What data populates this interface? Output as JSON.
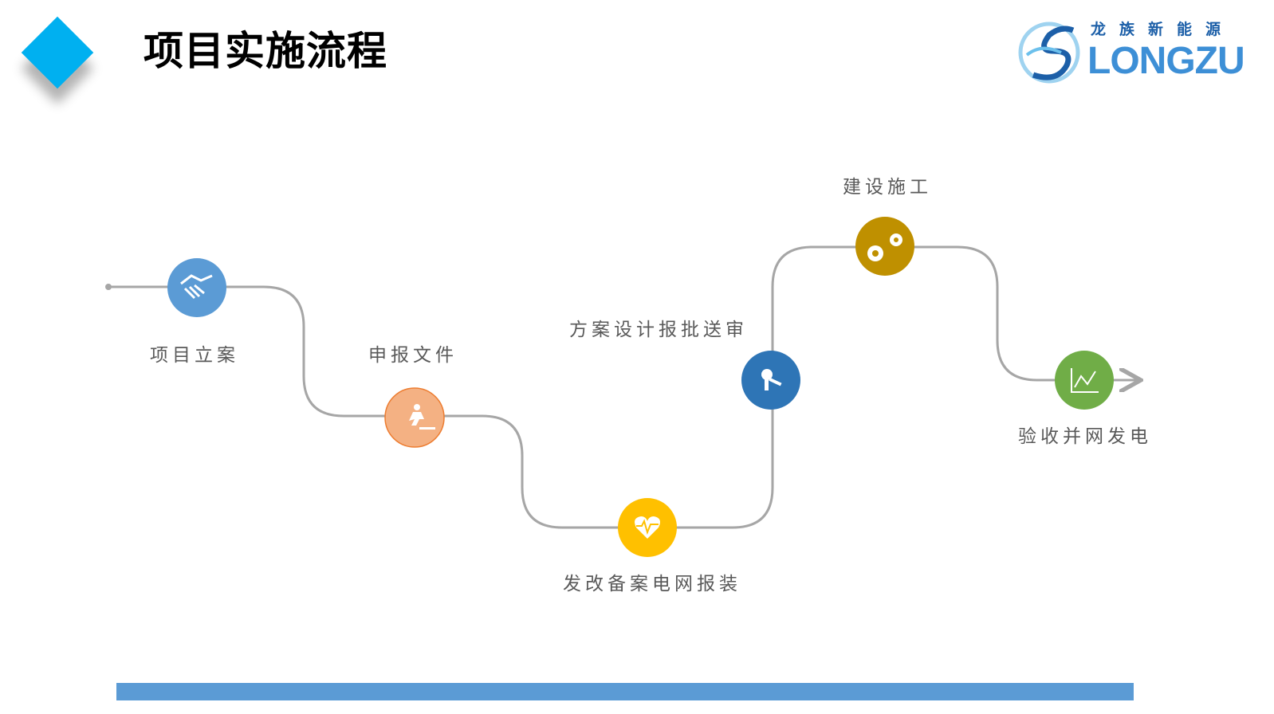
{
  "title": "项目实施流程",
  "logo": {
    "cn": "龙族新能源",
    "en": "LONGZU"
  },
  "steps": [
    {
      "label": "项目立案",
      "icon": "handshake-icon",
      "color": "#5b9bd5"
    },
    {
      "label": "申报文件",
      "icon": "runner-icon",
      "color": "#f4b183"
    },
    {
      "label": "发改备案电网报装",
      "icon": "heart-pulse-icon",
      "color": "#ffc000"
    },
    {
      "label": "方案设计报批送审",
      "icon": "keys-icon",
      "color": "#2e75b6"
    },
    {
      "label": "建设施工",
      "icon": "gears-icon",
      "color": "#bf9000"
    },
    {
      "label": "验收并网发电",
      "icon": "chart-icon",
      "color": "#70ad47"
    }
  ]
}
